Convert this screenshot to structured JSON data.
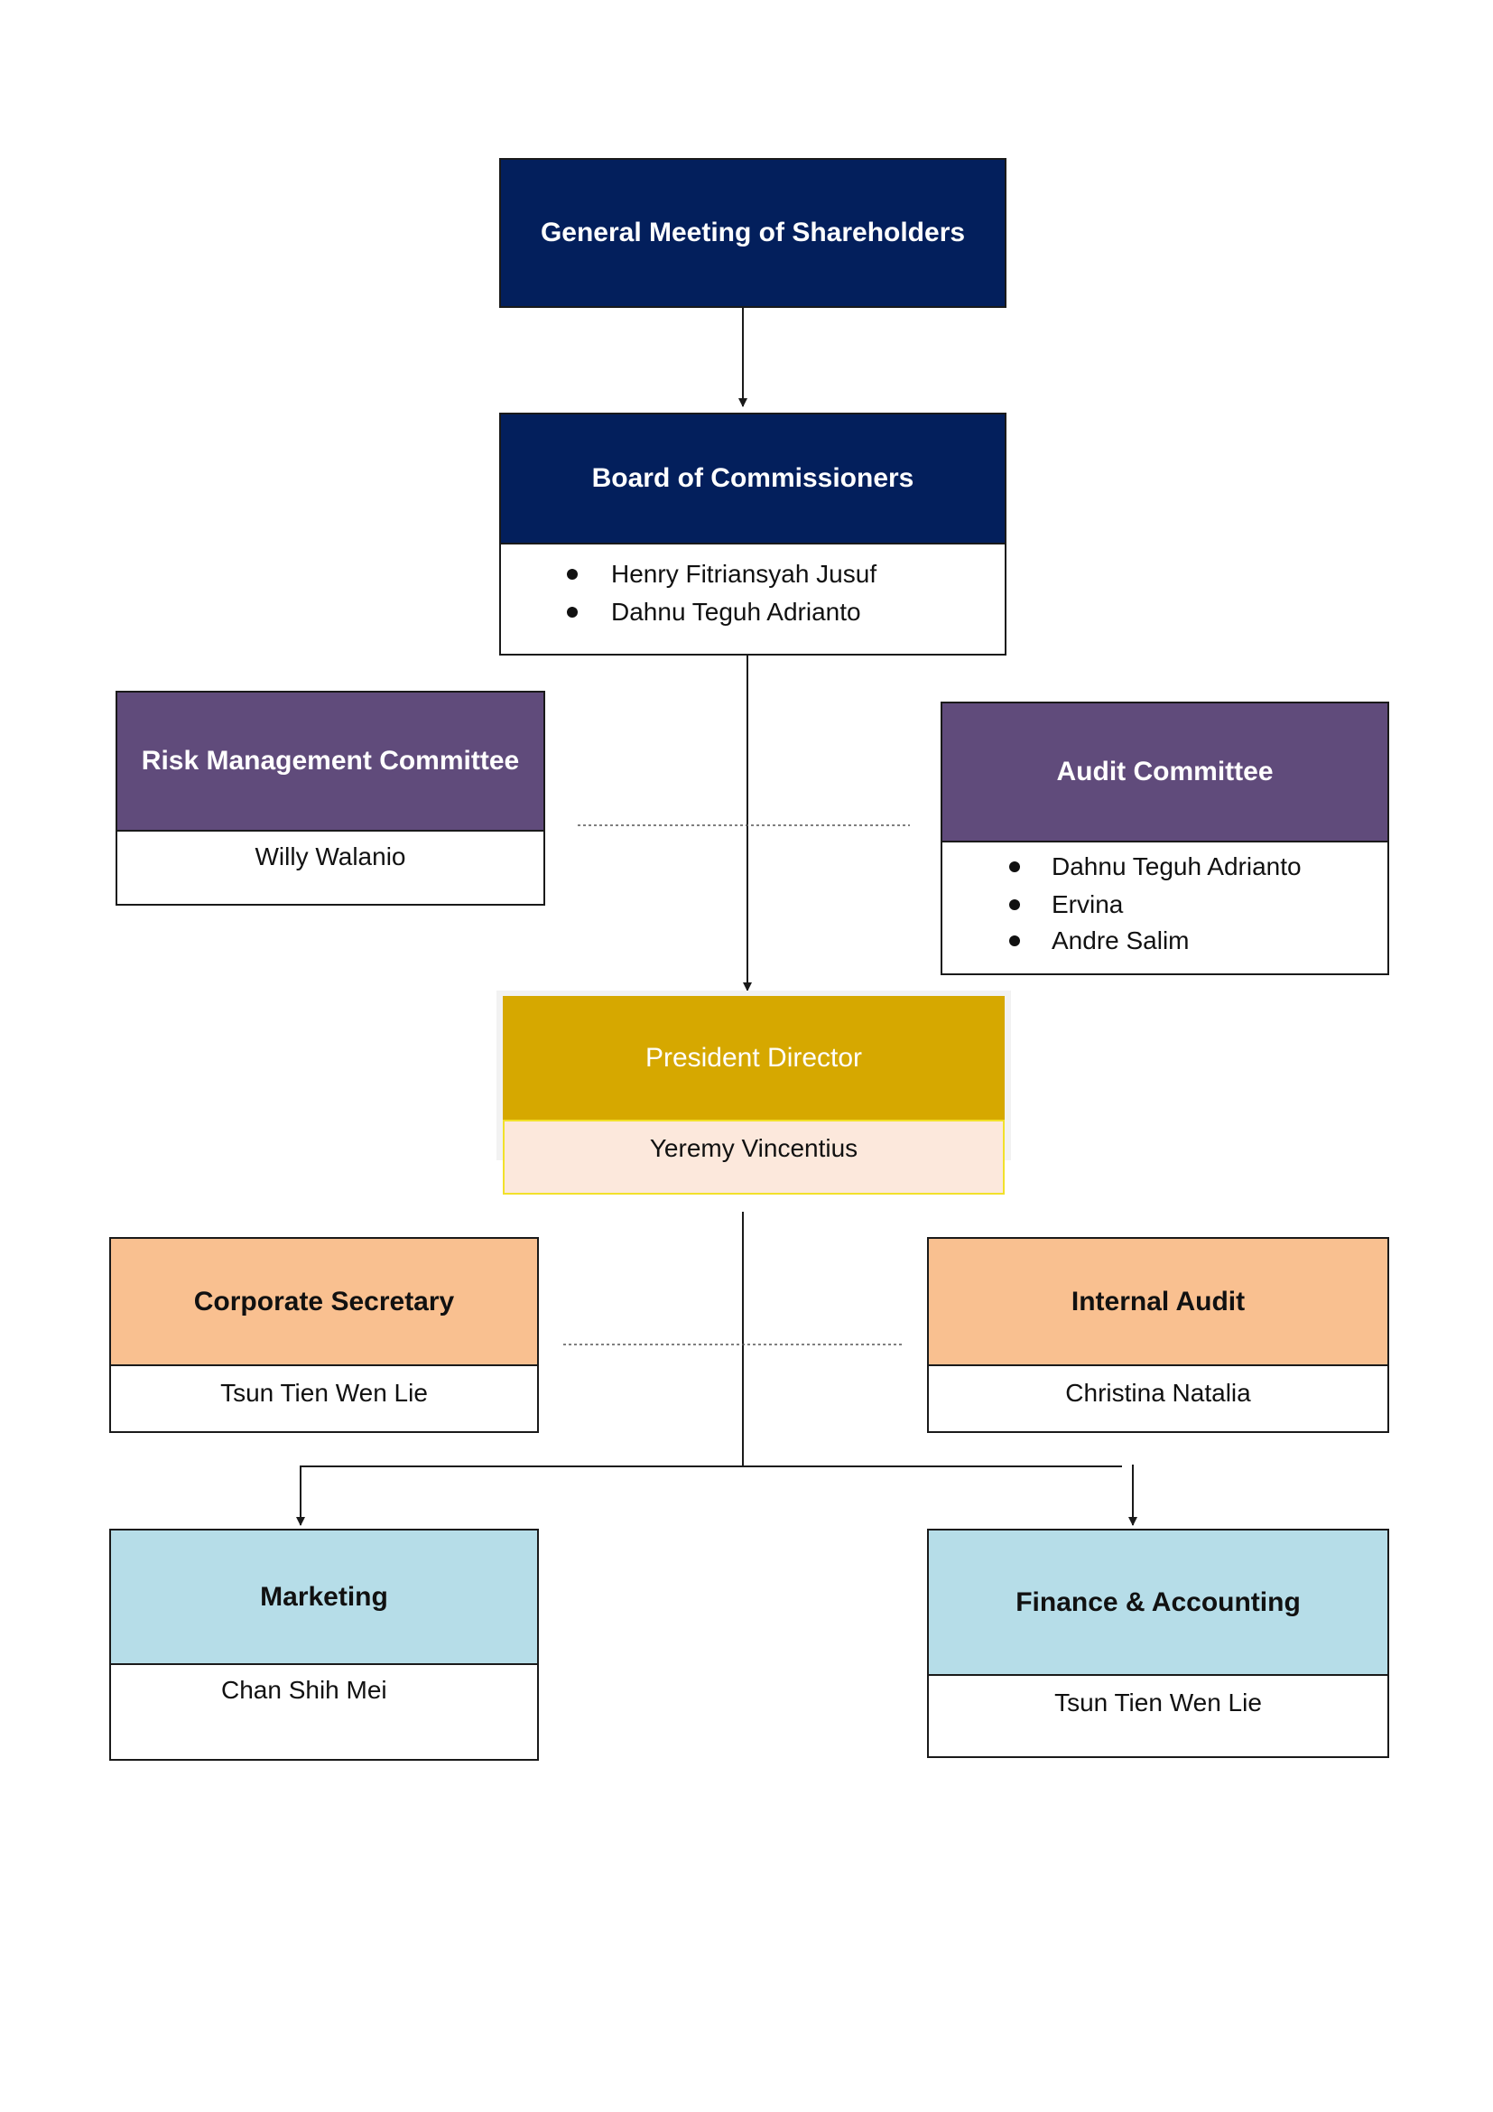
{
  "colors": {
    "navy": "#031f5c",
    "purple": "#604b7b",
    "gold": "#d6a800",
    "president_fill": "#fce8dc",
    "president_border": "#f2e12a",
    "peach": "#f9c090",
    "light_blue": "#b6dde8",
    "line": "#1a1a1a"
  },
  "general_meeting": {
    "title": "General Meeting of Shareholders"
  },
  "board_of_commissioners": {
    "title": "Board of Commissioners",
    "members": [
      "Henry Fitriansyah Jusuf",
      "Dahnu Teguh Adrianto"
    ]
  },
  "risk_management_committee": {
    "title": "Risk Management Committee",
    "member": "Willy Walanio"
  },
  "audit_committee": {
    "title": "Audit Committee",
    "members": [
      "Dahnu Teguh Adrianto",
      "Ervina",
      "Andre Salim"
    ]
  },
  "president_director": {
    "title": "President Director",
    "member": "Yeremy Vincentius"
  },
  "corporate_secretary": {
    "title": "Corporate Secretary",
    "member": "Tsun Tien Wen Lie"
  },
  "internal_audit": {
    "title": "Internal Audit",
    "member": "Christina Natalia"
  },
  "marketing": {
    "title": "Marketing",
    "member": "Chan Shih Mei"
  },
  "finance_accounting": {
    "title": "Finance & Accounting",
    "member": "Tsun Tien Wen Lie"
  }
}
